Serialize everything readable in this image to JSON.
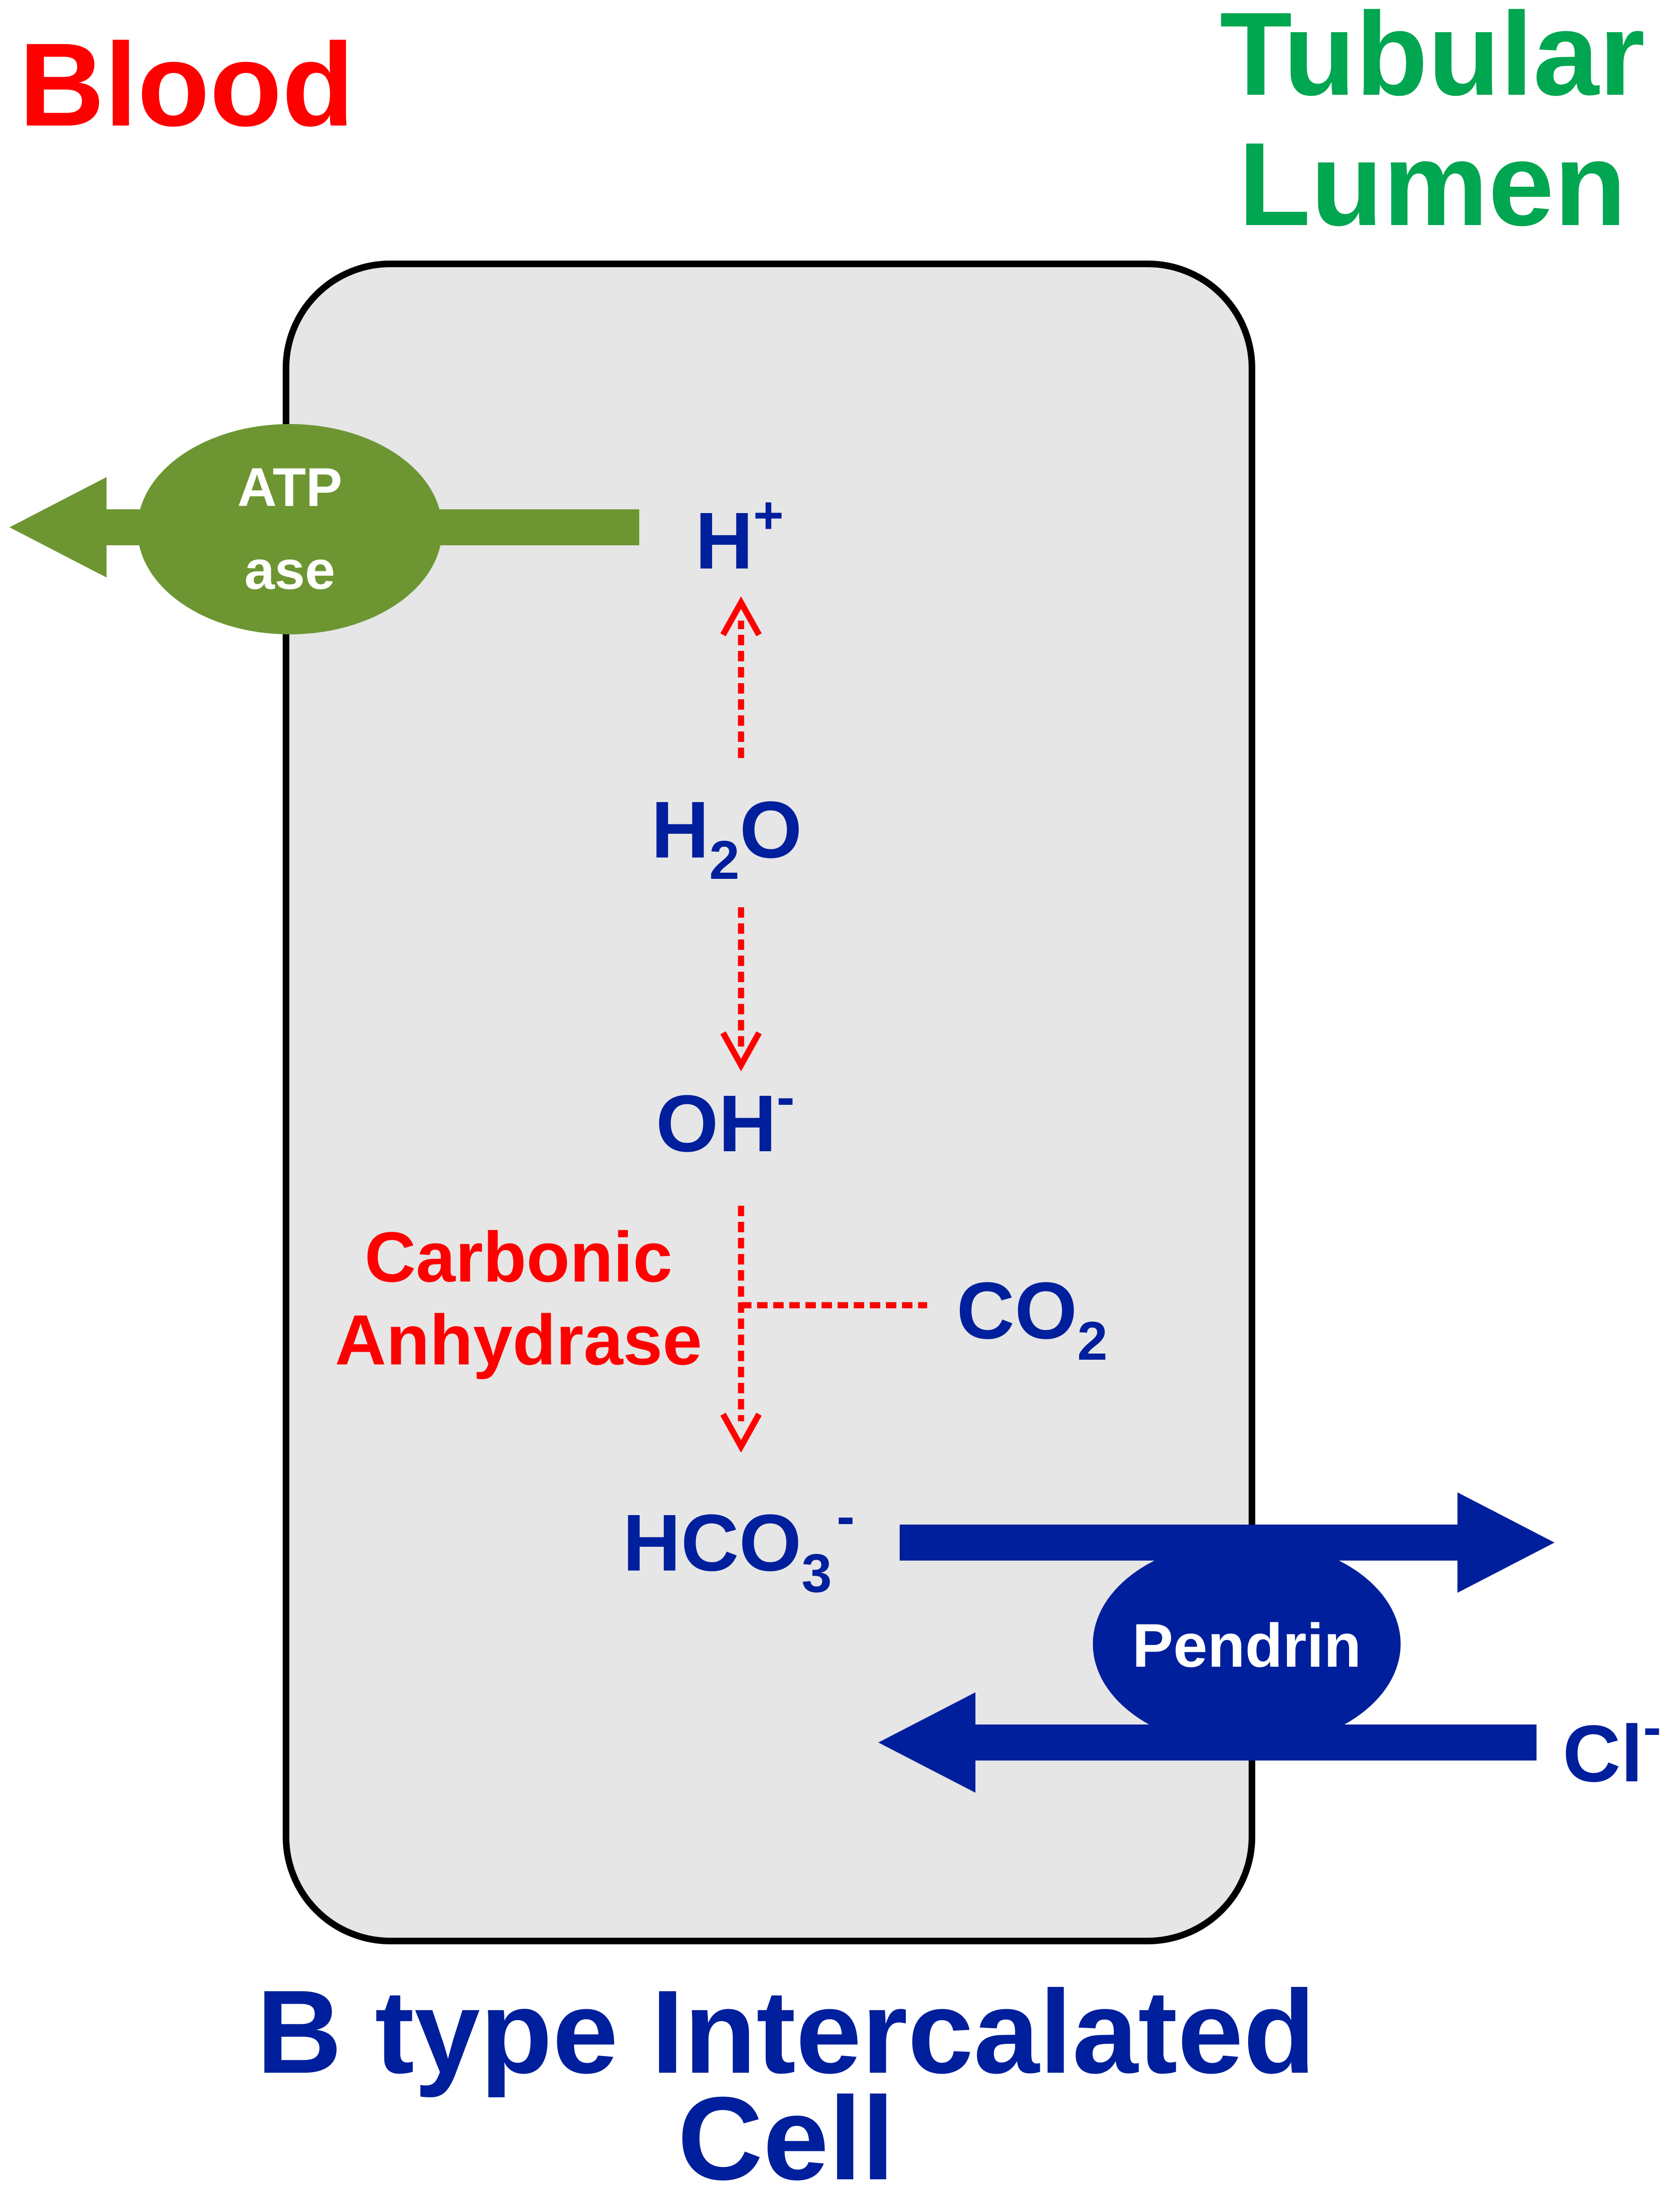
{
  "labels": {
    "blood": "Blood",
    "lumen_line1": "Tubular",
    "lumen_line2": "Lumen",
    "cell_line1": "B type Intercalated",
    "cell_line2": "Cell"
  },
  "transporters": {
    "atpase_line1": "ATP",
    "atpase_line2": "ase",
    "pendrin": "Pendrin"
  },
  "molecules": {
    "h_base": "H",
    "h_sup": "+",
    "h2o_h": "H",
    "h2o_sub": "2",
    "h2o_o": "O",
    "oh_base": "OH",
    "oh_sup": "-",
    "co2_base": "CO",
    "co2_sub": "2",
    "hco3_base": "HCO",
    "hco3_sub": "3",
    "hco3_sup": "-",
    "cl_base": "Cl",
    "cl_sup": "-"
  },
  "enzyme": {
    "line1": "Carbonic",
    "line2": "Anhydrase"
  },
  "colors": {
    "blood": "#ff0000",
    "lumen": "#00a650",
    "navy": "#001f9c",
    "atpase": "#6d9633",
    "enzyme": "#ff0000",
    "cell_fill": "#e6e6e6",
    "cell_stroke": "#000000",
    "white": "#ffffff"
  }
}
